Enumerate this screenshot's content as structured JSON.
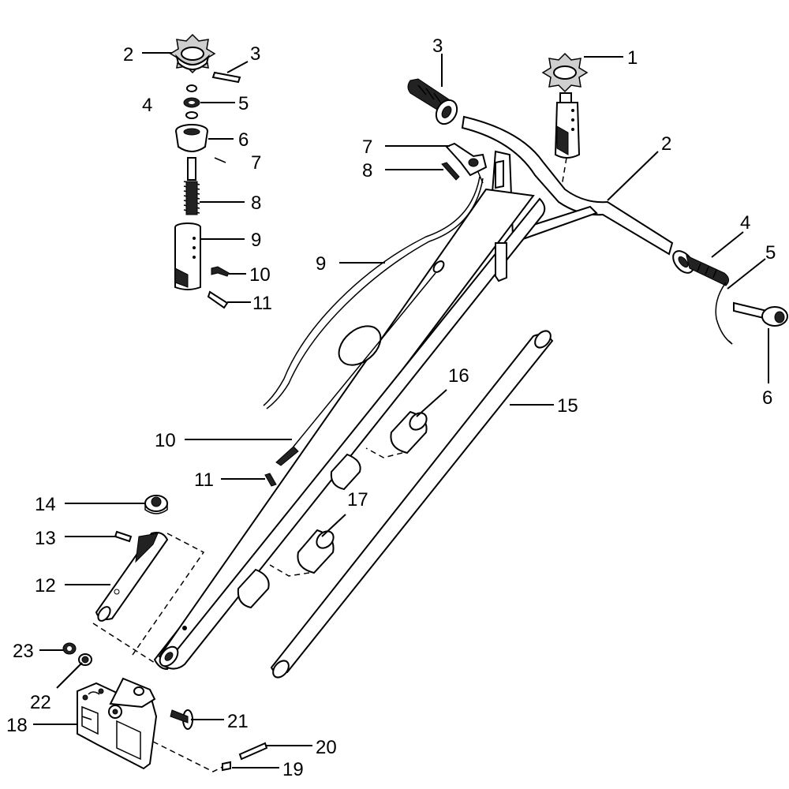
{
  "callouts": {
    "c1": "1",
    "c2a": "2",
    "c2b": "2",
    "c3a": "3",
    "c3b": "3",
    "c4a": "4",
    "c4b": "4",
    "c5a": "5",
    "c5b": "5",
    "c6a": "6",
    "c6b": "6",
    "c7a": "7",
    "c7b": "7",
    "c8a": "8",
    "c8b": "8",
    "c9a": "9",
    "c9b": "9",
    "c10a": "10",
    "c10b": "10",
    "c11a": "11",
    "c11b": "11",
    "c12": "12",
    "c13": "13",
    "c14": "14",
    "c15": "15",
    "c16": "16",
    "c17": "17",
    "c18": "18",
    "c19": "19",
    "c20": "20",
    "c21": "21",
    "c22": "22",
    "c23": "23"
  },
  "icons": {
    "knob": "star-knob-icon",
    "grip": "hand-grip-icon",
    "lever": "control-lever-icon",
    "cable": "control-cable-icon",
    "tube": "handle-tube-icon",
    "bracket": "mounting-bracket-icon",
    "bolt": "bolt-icon",
    "nut": "nut-icon"
  }
}
